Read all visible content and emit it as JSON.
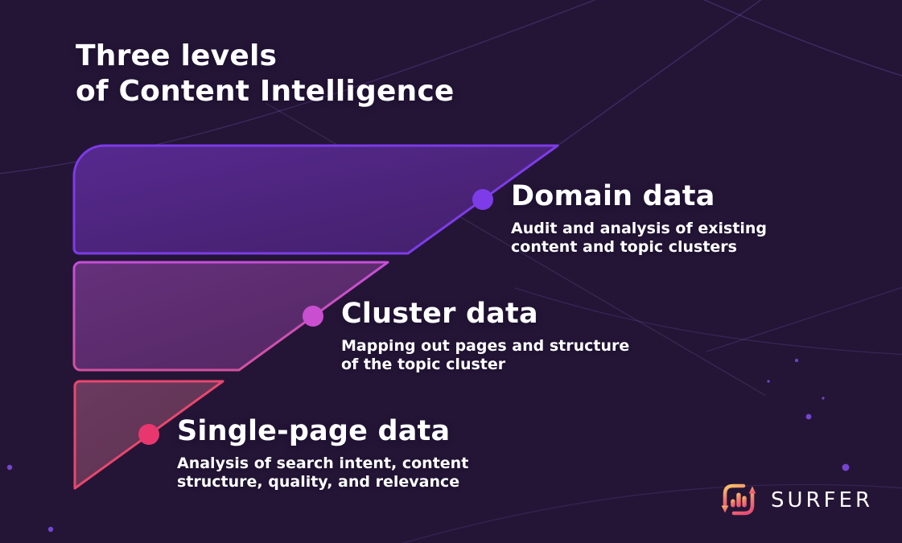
{
  "title": {
    "line1": "Three levels",
    "line2": "of Content Intelligence"
  },
  "levels": [
    {
      "heading": "Domain data",
      "desc_line1": "Audit and analysis of existing",
      "desc_line2": "content and topic clusters",
      "accent_color": "#7d3ce8"
    },
    {
      "heading": "Cluster data",
      "desc_line1": "Mapping out pages and structure",
      "desc_line2": "of the topic cluster",
      "accent_color": "#c94fd0"
    },
    {
      "heading": "Single-page data",
      "desc_line1": "Analysis of search intent, content",
      "desc_line2": "structure, quality, and relevance",
      "accent_color": "#e8376e"
    }
  ],
  "logo": {
    "text": "SURFER"
  },
  "colors": {
    "background": "#2f1c49",
    "shape_domain_fill": "#4b2179",
    "shape_domain_stroke": "#7d3ce8",
    "shape_cluster_fill": "#5d2b70",
    "shape_cluster_stroke": "#c94fd0",
    "shape_single_fill": "#653658",
    "shape_single_stroke": "#e8476e",
    "logo_gradient_start": "#f9c168",
    "logo_gradient_end": "#ec4f75",
    "text": "#ffffff"
  }
}
